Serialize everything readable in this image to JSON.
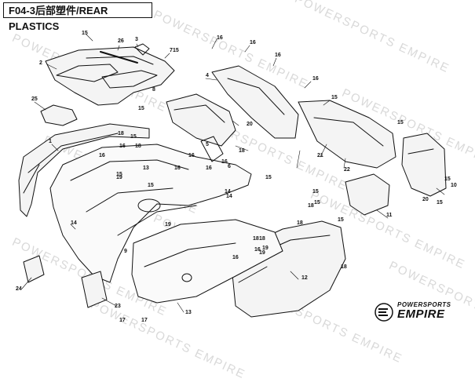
{
  "title": "F04-3后部塑件/REAR PLASTICS",
  "watermark": "POWERSPORTS EMPIRE",
  "brand": {
    "top": "POWERSPORTS",
    "main": "EMPIRE"
  },
  "callouts": [
    "15",
    "26",
    "3",
    "15",
    "2",
    "16",
    "16",
    "16",
    "4",
    "16",
    "7",
    "15",
    "8",
    "25",
    "15",
    "15",
    "20",
    "1",
    "16",
    "16",
    "18",
    "18",
    "18",
    "5",
    "16",
    "16",
    "15",
    "13",
    "14",
    "15",
    "16",
    "15",
    "16",
    "6",
    "14",
    "19",
    "15",
    "15",
    "15",
    "10",
    "21",
    "22",
    "14",
    "15",
    "18",
    "18",
    "18",
    "19",
    "16",
    "18",
    "19",
    "11",
    "15",
    "9",
    "16",
    "19",
    "18",
    "20",
    "15",
    "24",
    "12",
    "23",
    "17",
    "17",
    "13"
  ]
}
